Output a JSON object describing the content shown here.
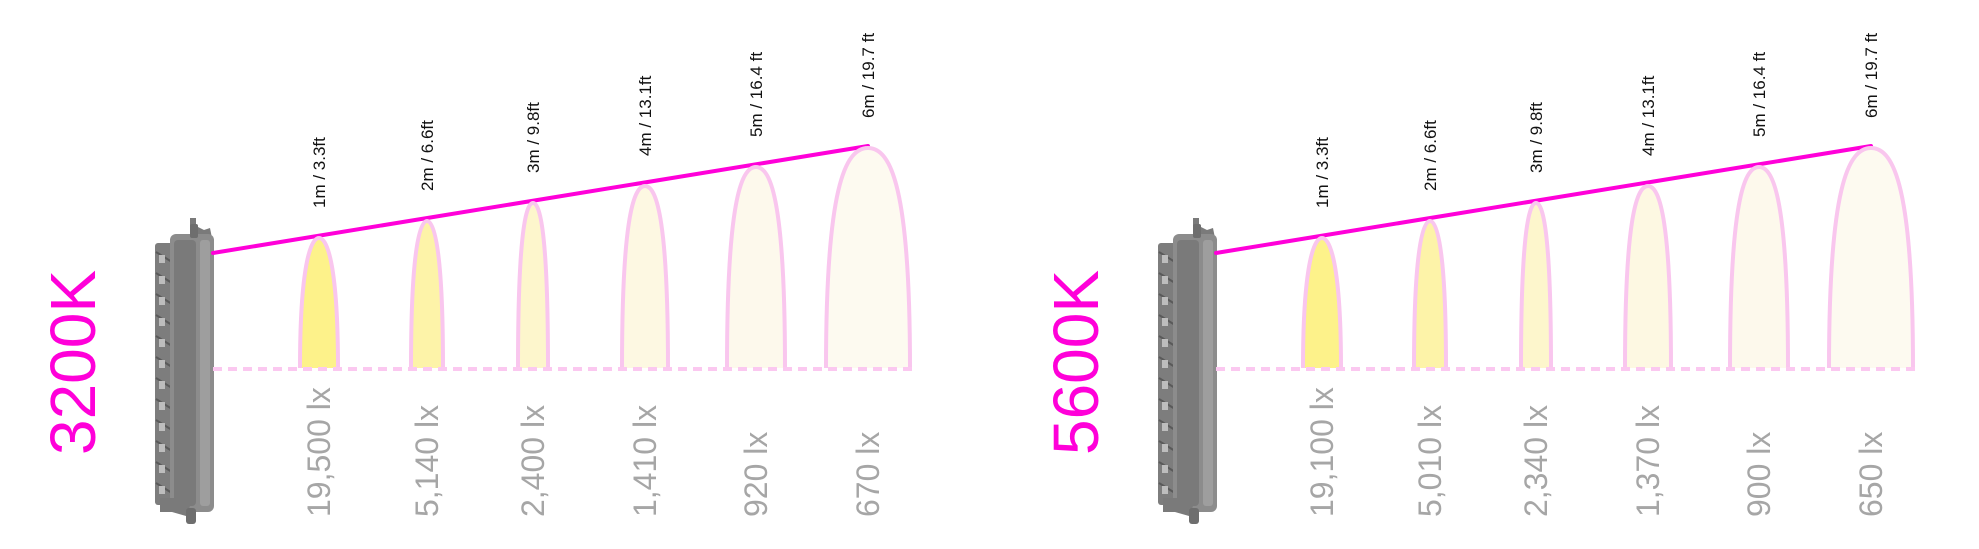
{
  "colors": {
    "accent": "#ff00d9",
    "beam_outline": "#f9c6ee",
    "floor_line": "#fbc8f0",
    "lux_text": "#a6a6a6",
    "fixture": "#8c8c8c"
  },
  "panels": [
    {
      "cct": "3200K",
      "fixture_icon": "led-light-bar-icon",
      "distances": [
        "1m / 3.3ft",
        "2m / 6.6ft",
        "3m / 9.8ft",
        "4m / 13.1ft",
        "5m / 16.4 ft",
        "6m / 19.7 ft"
      ],
      "lux": [
        "19,500 lx",
        "5,140 lx",
        "2,400 lx",
        "1,410 lx",
        "920 lx",
        "670 lx"
      ],
      "lux_values": [
        19500,
        5140,
        2400,
        1410,
        920,
        670
      ]
    },
    {
      "cct": "5600K",
      "fixture_icon": "led-light-bar-icon",
      "distances": [
        "1m / 3.3ft",
        "2m / 6.6ft",
        "3m / 9.8ft",
        "4m / 13.1ft",
        "5m / 16.4 ft",
        "6m / 19.7 ft"
      ],
      "lux": [
        "19,100 lx",
        "5,010 lx",
        "2,340 lx",
        "1,370 lx",
        "900 lx",
        "650 lx"
      ],
      "lux_values": [
        19100,
        5010,
        2340,
        1370,
        900,
        650
      ]
    }
  ]
}
